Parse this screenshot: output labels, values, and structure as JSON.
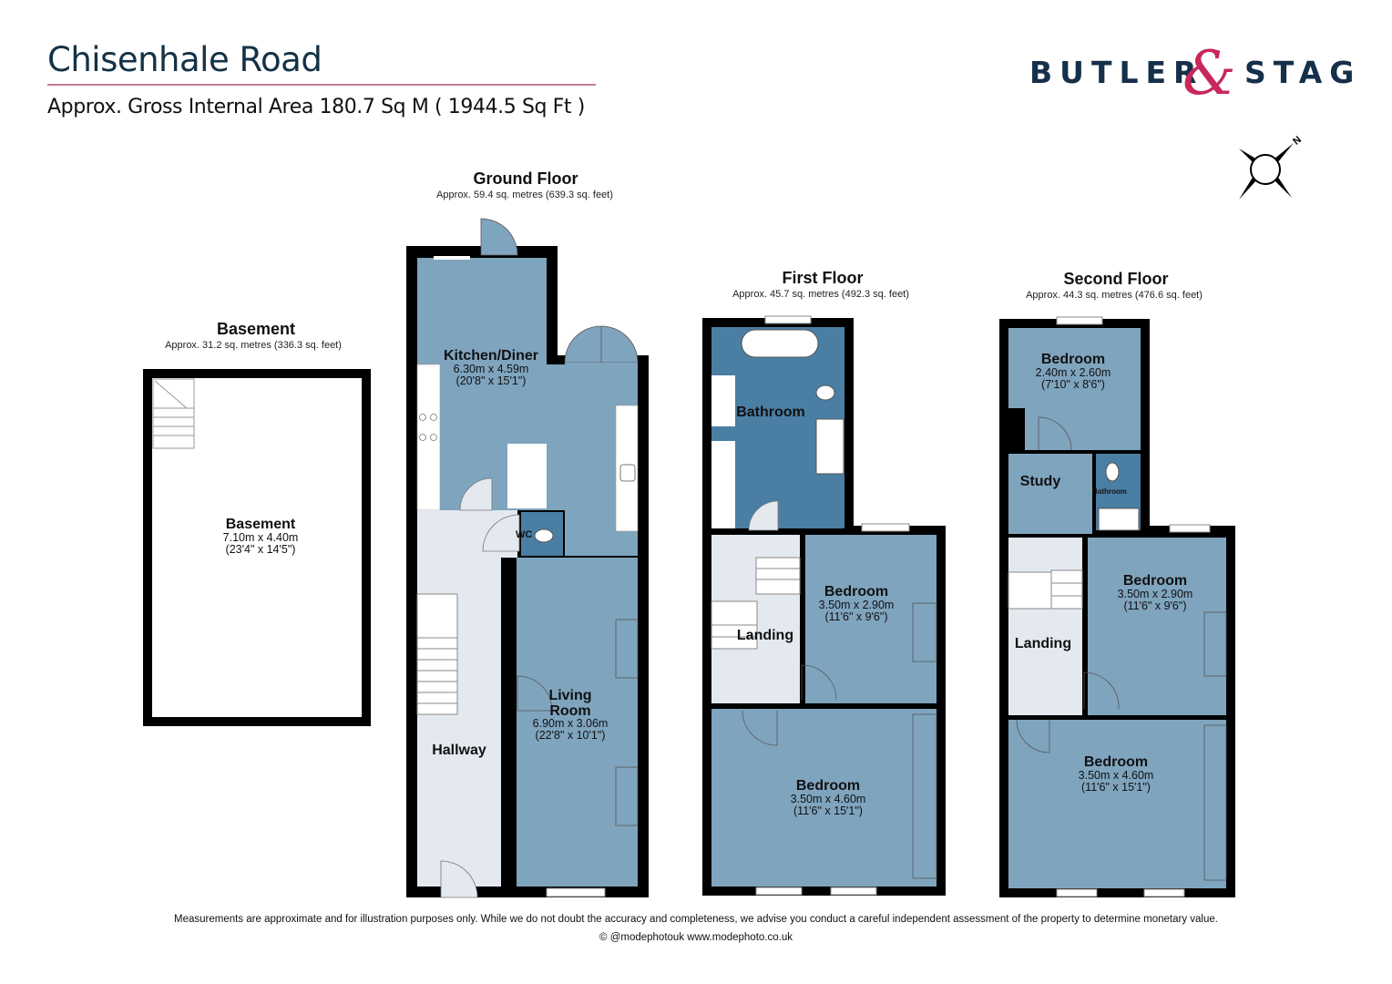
{
  "header": {
    "title": "Chisenhale Road",
    "subtitle": "Approx. Gross Internal Area 180.7 Sq M ( 1944.5 Sq Ft )"
  },
  "logo": {
    "left": "BUTLER",
    "amp": "&",
    "right": "STAG",
    "colors": {
      "navy": "#15304a",
      "pink": "#c8285a"
    }
  },
  "compass": {
    "icon": "north-compass-icon",
    "label": "N"
  },
  "colors": {
    "room": "#7fa4be",
    "bathroom": "#4a7ea3",
    "circulation": "#e4e9f0",
    "wall": "#000000"
  },
  "floors": {
    "basement": {
      "name": "Basement",
      "area": "Approx. 31.2 sq. metres (336.3 sq. feet)",
      "rooms": [
        {
          "name": "Basement",
          "metric": "7.10m x 4.40m",
          "imperial": "(23'4\" x 14'5\")"
        }
      ]
    },
    "ground": {
      "name": "Ground Floor",
      "area": "Approx. 59.4 sq. metres (639.3 sq. feet)",
      "rooms": [
        {
          "name": "Kitchen/Diner",
          "metric": "6.30m x 4.59m",
          "imperial": "(20'8\" x 15'1\")"
        },
        {
          "name": "WC"
        },
        {
          "name": "Living",
          "name2": "Room",
          "metric": "6.90m x 3.06m",
          "imperial": "(22'8\" x 10'1\")"
        },
        {
          "name": "Hallway"
        }
      ]
    },
    "first": {
      "name": "First Floor",
      "area": "Approx. 45.7 sq. metres (492.3 sq. feet)",
      "rooms": [
        {
          "name": "Bathroom"
        },
        {
          "name": "Landing"
        },
        {
          "name": "Bedroom",
          "metric": "3.50m x 2.90m",
          "imperial": "(11'6\" x 9'6\")"
        },
        {
          "name": "Bedroom",
          "metric": "3.50m x 4.60m",
          "imperial": "(11'6\" x 15'1\")"
        }
      ]
    },
    "second": {
      "name": "Second Floor",
      "area": "Approx. 44.3 sq. metres (476.6 sq. feet)",
      "rooms": [
        {
          "name": "Bedroom",
          "metric": "2.40m x 2.60m",
          "imperial": "(7'10\" x 8'6\")"
        },
        {
          "name": "Study"
        },
        {
          "name": "Bathroom"
        },
        {
          "name": "Landing"
        },
        {
          "name": "Bedroom",
          "metric": "3.50m x 2.90m",
          "imperial": "(11'6\" x 9'6\")"
        },
        {
          "name": "Bedroom",
          "metric": "3.50m x 4.60m",
          "imperial": "(11'6\" x 15'1\")"
        }
      ]
    }
  },
  "footer": {
    "disclaimer": "Measurements are approximate and for illustration purposes only.  While we do not doubt the accuracy and completeness, we advise you conduct a careful independent assessment of the property to determine monetary value.",
    "credit": "© @modephotouk www.modephoto.co.uk"
  }
}
